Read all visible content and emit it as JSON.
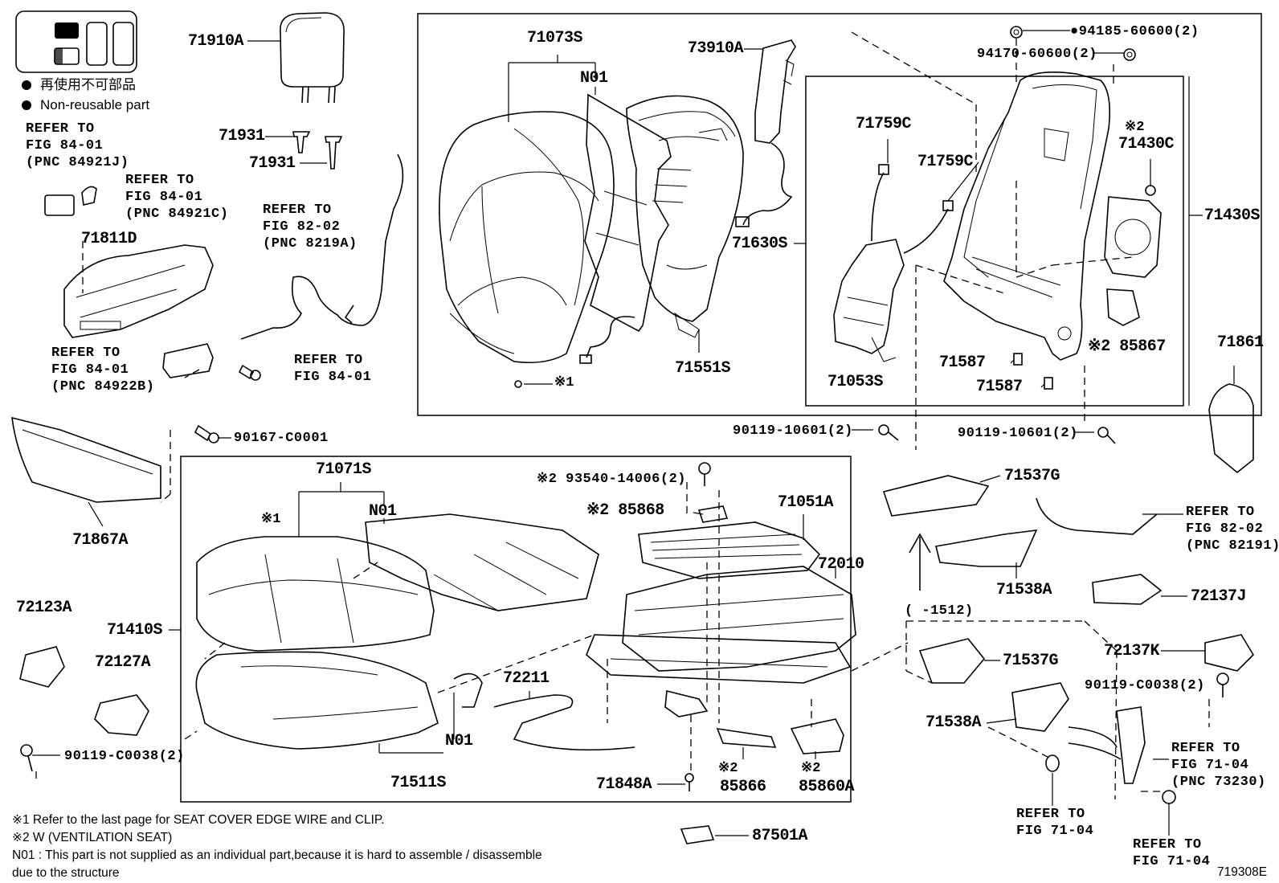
{
  "legend": {
    "jp": "再使用不可部品",
    "en": "Non-reusable part"
  },
  "labels": {
    "l71910A": "71910A",
    "l71931a": "71931",
    "l71931b": "71931",
    "l71811D": "71811D",
    "l71073S": "71073S",
    "lN01a": "N01",
    "l73910A": "73910A",
    "l94185": "●94185-60600(2)",
    "l94170": "94170-60600(2)",
    "l71759Ca": "71759C",
    "l71759Cb": "71759C",
    "lk2a": "※2",
    "l71430C": "71430C",
    "l71430S": "71430S",
    "l71630S": "71630S",
    "l71551S": "71551S",
    "lk1a": "※1",
    "l71053S": "71053S",
    "l71587a": "71587",
    "l71587b": "71587",
    "lk2b85867": "※2 85867",
    "l71861": "71861",
    "l90167": "90167-C0001",
    "l90119_10601a": "90119-10601(2)",
    "l90119_10601b": "90119-10601(2)",
    "l71867A": "71867A",
    "l71071S": "71071S",
    "lk1b": "※1",
    "lN01b": "N01",
    "l93540": "※2 93540-14006(2)",
    "l85868": "※2 85868",
    "l71051A": "71051A",
    "l72010": "72010",
    "l71537Ga": "71537G",
    "l71538Aa": "71538A",
    "l1512": "(     -1512)",
    "l72137J": "72137J",
    "l72123A": "72123A",
    "l71410S": "71410S",
    "l72127A": "72127A",
    "l71537Gb": "71537G",
    "l72137K": "72137K",
    "l90119_C0038a": "90119-C0038(2)",
    "l72211": "72211",
    "l71538Ab": "71538A",
    "lN01c": "N01",
    "l90119_C0038b": "90119-C0038(2)",
    "l71511S": "71511S",
    "l71848A": "71848A",
    "lk2c": "※2",
    "l85866": "85866",
    "lk2d": "※2",
    "l85860A": "85860A",
    "l87501A": "87501A",
    "l719308E": "719308E"
  },
  "refs": {
    "r84921J": [
      "REFER TO",
      "FIG 84-01",
      "(PNC 84921J)"
    ],
    "r84921C": [
      "REFER TO",
      "FIG 84-01",
      "(PNC 84921C)"
    ],
    "r8219A": [
      "REFER TO",
      "FIG 82-02",
      "(PNC 8219A)"
    ],
    "r84922B": [
      "REFER TO",
      "FIG 84-01",
      "(PNC 84922B)"
    ],
    "r8401": [
      "REFER TO",
      "FIG 84-01"
    ],
    "r82191": [
      "REFER TO",
      "FIG 82-02",
      "(PNC 82191)"
    ],
    "r73230": [
      "REFER TO",
      "FIG 71-04",
      "(PNC 73230)"
    ],
    "r7104a": [
      "REFER TO",
      "FIG 71-04"
    ],
    "r7104b": [
      "REFER TO",
      "FIG 71-04"
    ]
  },
  "notes": [
    "※1  Refer to the last page for SEAT COVER EDGE WIRE and CLIP.",
    "※2  W (VENTILATION SEAT)",
    "N01 : This part is not supplied as an individual part,because it is hard to assemble / disassemble",
    "         due to the structure"
  ]
}
